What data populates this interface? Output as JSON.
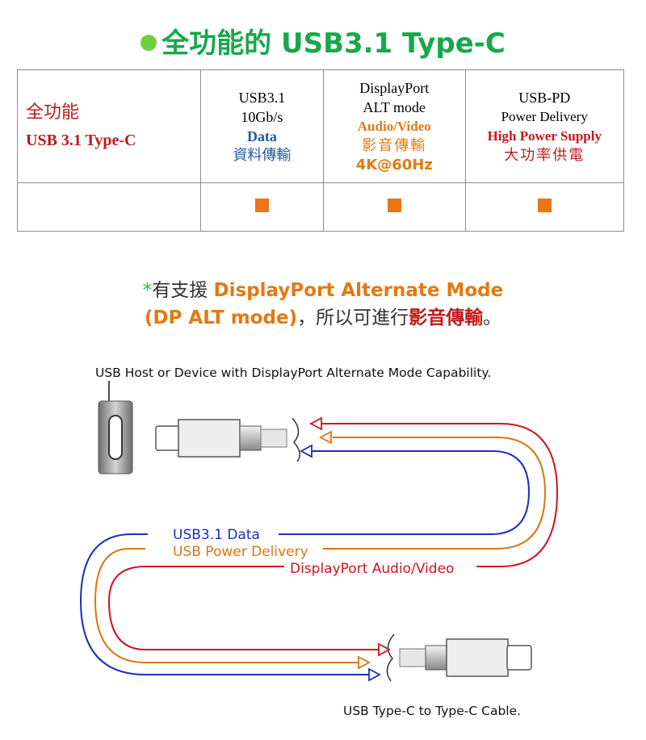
{
  "title": "全功能的 USB3.1 Type-C",
  "table": {
    "header_col": {
      "line1": "全功能",
      "line2": "USB 3.1 Type-C"
    },
    "usb31": {
      "line1": "USB3.1",
      "line2": "10Gb/s",
      "line3": "Data",
      "line4": "資料傳輸"
    },
    "dp_alt": {
      "line1": "DisplayPort",
      "line2": "ALT mode",
      "line3": "Audio/Video",
      "line4": "影音傳輸",
      "line5": "4K@60Hz"
    },
    "usb_pd": {
      "line1": "USB-PD",
      "line2": "Power Delivery",
      "line3": "High Power Supply",
      "line4": "大功率供電"
    }
  },
  "note": {
    "asterisk": "*",
    "text1": "有支援 ",
    "highlight1": "DisplayPort Alternate Mode",
    "highlight2": "(DP ALT mode)",
    "text2": "，所以可進行",
    "highlight3": "影音傳輸",
    "text3": "。"
  },
  "diagram": {
    "host_caption": "USB Host or Device with DisplayPort Alternate Mode Capability.",
    "label_data": "USB3.1 Data",
    "label_power": "USB Power Delivery",
    "label_dp": "DisplayPort Audio/Video",
    "cable_caption": "USB Type-C to Type-C Cable.",
    "colors": {
      "data": "#1a2fc4",
      "power": "#e07314",
      "dp": "#d3121f",
      "accent_green": "#17a84a",
      "marker": "#ec7516"
    }
  }
}
